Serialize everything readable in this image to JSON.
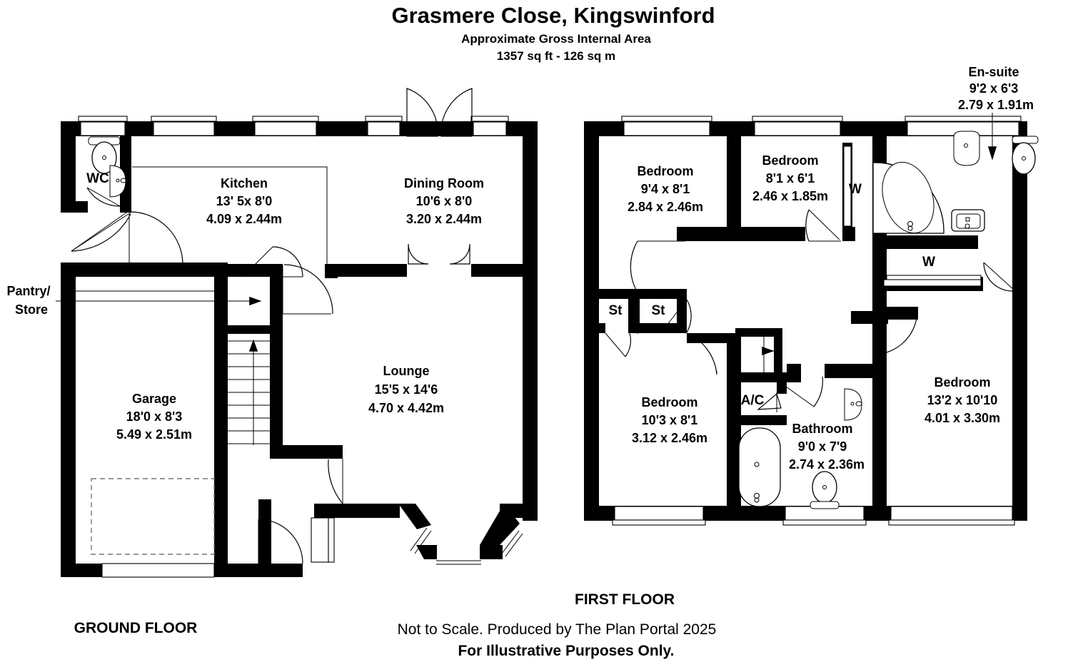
{
  "header": {
    "title": "Grasmere Close, Kingswinford",
    "subtitle_1": "Approximate Gross Internal Area",
    "subtitle_2": "1357 sq ft - 126 sq m"
  },
  "footer": {
    "ground_floor_label": "GROUND FLOOR",
    "first_floor_label": "FIRST FLOOR",
    "disclaimer_1": "Not to Scale. Produced by The Plan Portal 2025",
    "disclaimer_2": "For Illustrative Purposes Only."
  },
  "ground_floor": {
    "rooms": [
      {
        "name": "Kitchen",
        "imperial": "13' 5x 8'0",
        "metric": "4.09 x 2.44m"
      },
      {
        "name": "Dining Room",
        "imperial": "10'6 x 8'0",
        "metric": "3.20 x 2.44m"
      },
      {
        "name": "Lounge",
        "imperial": "15'5 x 14'6",
        "metric": "4.70 x 4.42m"
      },
      {
        "name": "Garage",
        "imperial": "18'0 x 8'3",
        "metric": "5.49 x 2.51m"
      }
    ],
    "tags": [
      {
        "label": "WC"
      },
      {
        "label": "Pantry/"
      },
      {
        "label": "Store"
      }
    ]
  },
  "first_floor": {
    "rooms": [
      {
        "name": "Bedroom",
        "imperial": "9'4 x 8'1",
        "metric": "2.84 x 2.46m"
      },
      {
        "name": "Bedroom",
        "imperial": "8'1 x 6'1",
        "metric": "2.46 x 1.85m"
      },
      {
        "name": "En-suite",
        "imperial": "9'2 x 6'3",
        "metric": "2.79 x 1.91m"
      },
      {
        "name": "Bedroom",
        "imperial": "10'3 x 8'1",
        "metric": "3.12 x 2.46m"
      },
      {
        "name": "Bathroom",
        "imperial": "9'0 x 7'9",
        "metric": "2.74 x 2.36m"
      },
      {
        "name": "Bedroom",
        "imperial": "13'2 x 10'10",
        "metric": "4.01 x 3.30m"
      }
    ],
    "tags": [
      {
        "label": "W"
      },
      {
        "label": "W"
      },
      {
        "label": "St"
      },
      {
        "label": "St"
      },
      {
        "label": "A/C"
      }
    ]
  },
  "colors": {
    "wall": "#000000",
    "background": "#ffffff",
    "text": "#000000",
    "dashed_outline": "#777777"
  }
}
